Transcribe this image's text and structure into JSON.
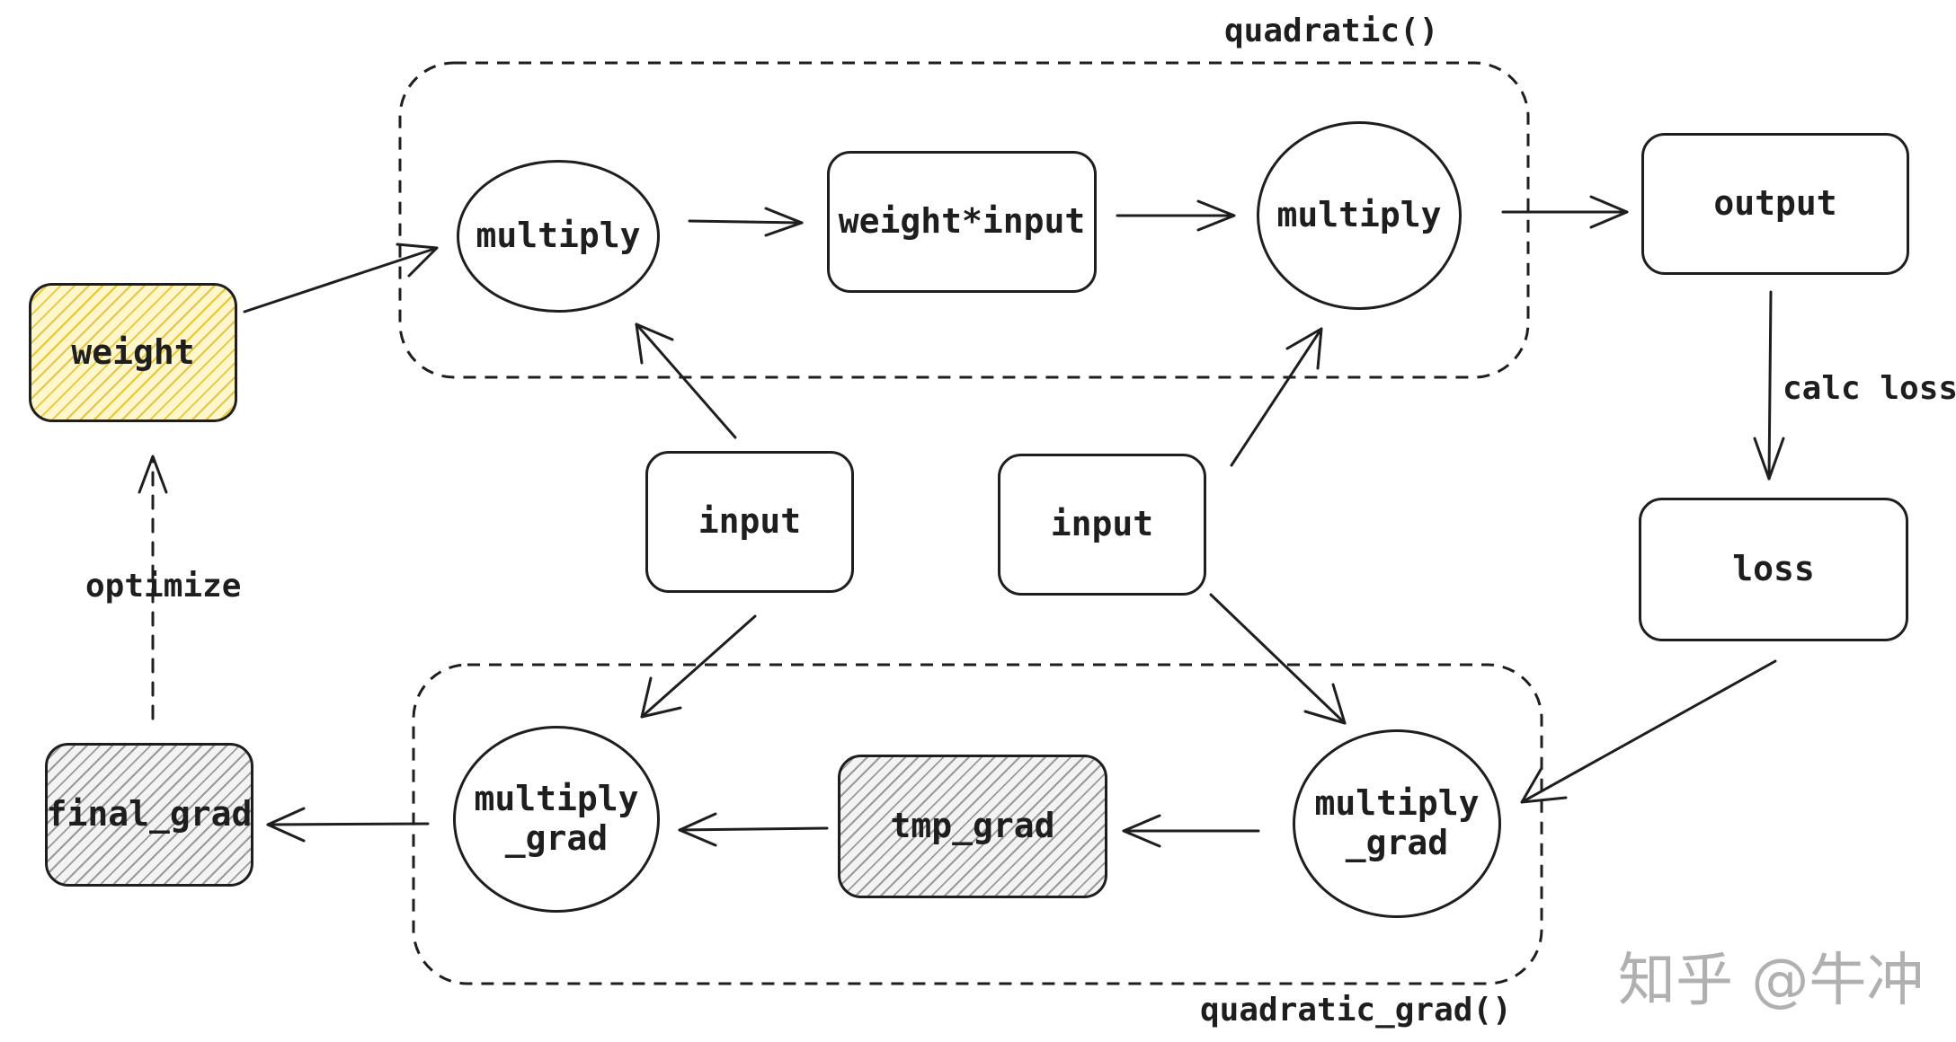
{
  "groups": {
    "top_label": "quadratic()",
    "bottom_label": "quadratic_grad()"
  },
  "nodes": {
    "weight": "weight",
    "multiply_top_left": "multiply",
    "weight_input": "weight*input",
    "multiply_top_right": "multiply",
    "output": "output",
    "input_left": "input",
    "input_right": "input",
    "loss": "loss",
    "final_grad": "final_grad",
    "multiply_grad_left_line1": "multiply",
    "multiply_grad_left_line2": "_grad",
    "tmp_grad": "tmp_grad",
    "multiply_grad_right_line1": "multiply",
    "multiply_grad_right_line2": "_grad"
  },
  "edge_labels": {
    "calc_loss": "calc loss",
    "optimize": "optimize"
  },
  "watermark": "知乎 @牛冲",
  "colors": {
    "stroke": "#1e1e1e",
    "weight_fill": "#e8c63c",
    "grad_fill": "#9a9a9a"
  }
}
